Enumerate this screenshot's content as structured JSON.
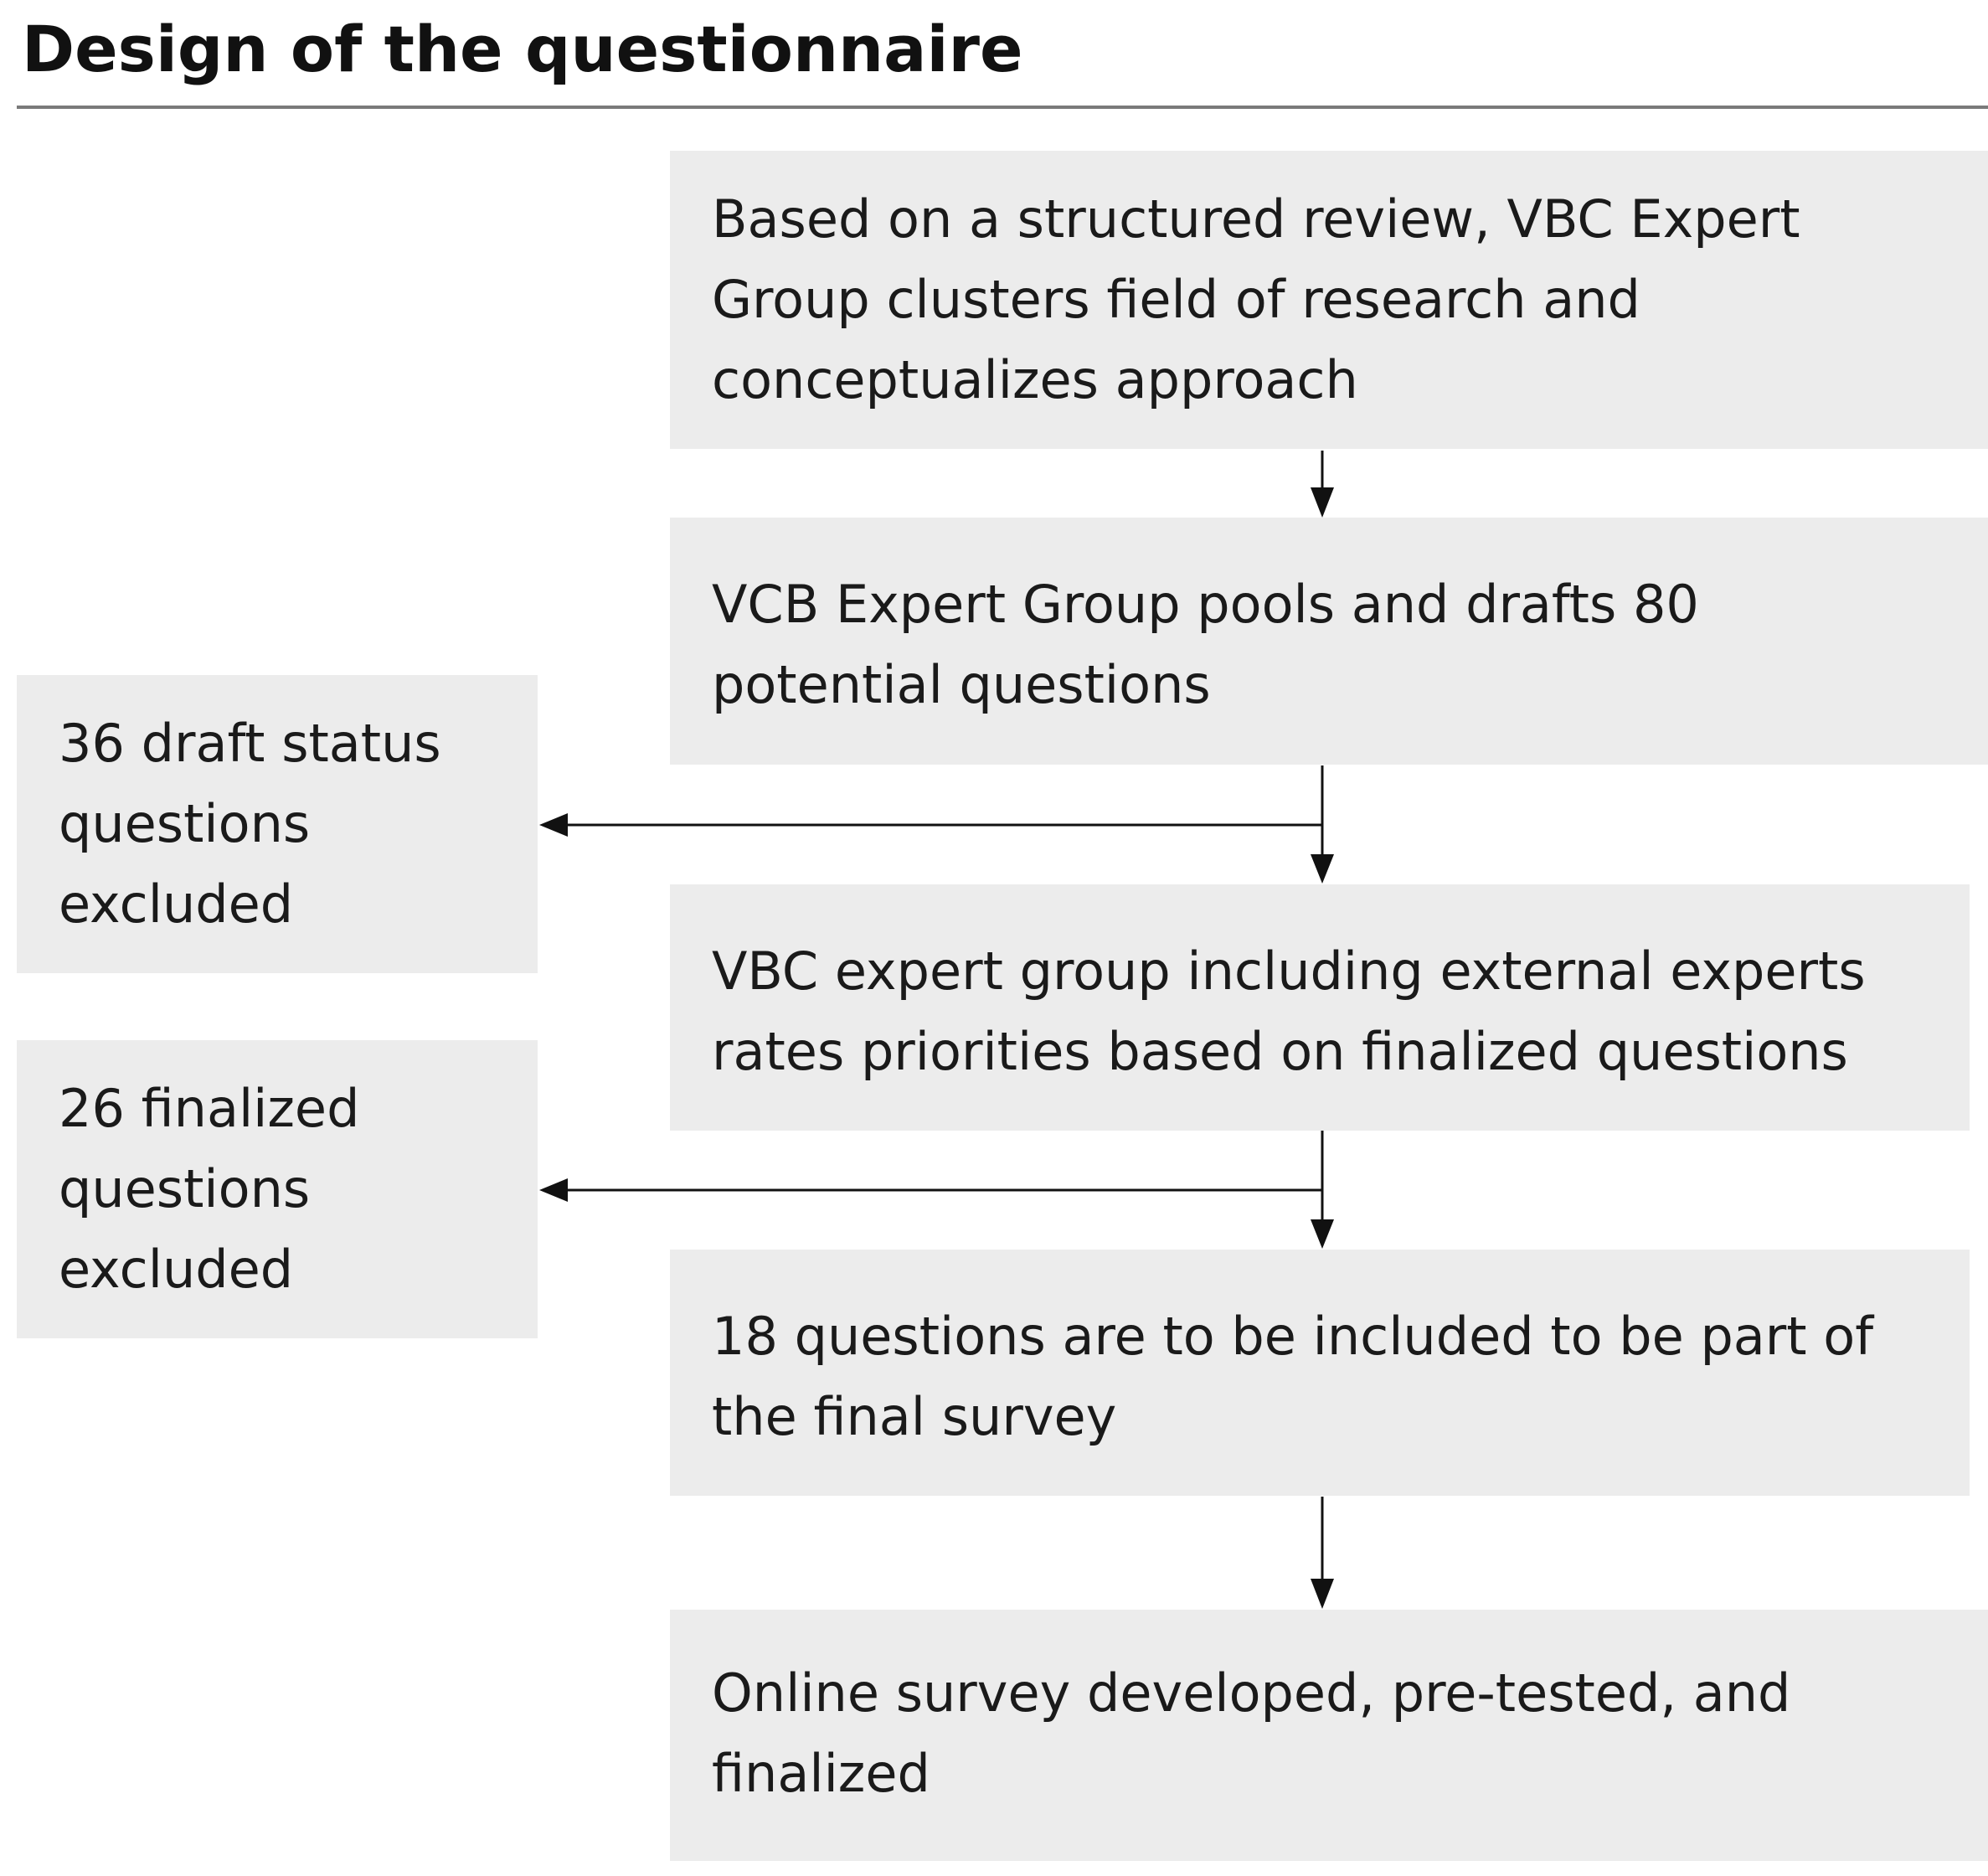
{
  "title": "Design of the questionnaire",
  "main_steps": [
    {
      "text": "Based on a structured review, VBC Expert\nGroup clusters field of research and\nconceptualizes approach"
    },
    {
      "text": "VCB Expert Group pools and drafts 80\npotential questions"
    },
    {
      "text": "VBC expert group including external experts\nrates priorities based on finalized questions"
    },
    {
      "text": "18 questions are to be included to be part of\nthe final survey"
    },
    {
      "text": "Online survey developed, pre-tested, and\nfinalized"
    }
  ],
  "exclusions": [
    {
      "text": "36 draft status\nquestions\nexcluded"
    },
    {
      "text": "26 finalized\nquestions\nexcluded"
    }
  ],
  "colors": {
    "box_fill": "#ececec",
    "text": "#1a1a1a",
    "arrow": "#111111",
    "rule": "#7a7a7a"
  }
}
